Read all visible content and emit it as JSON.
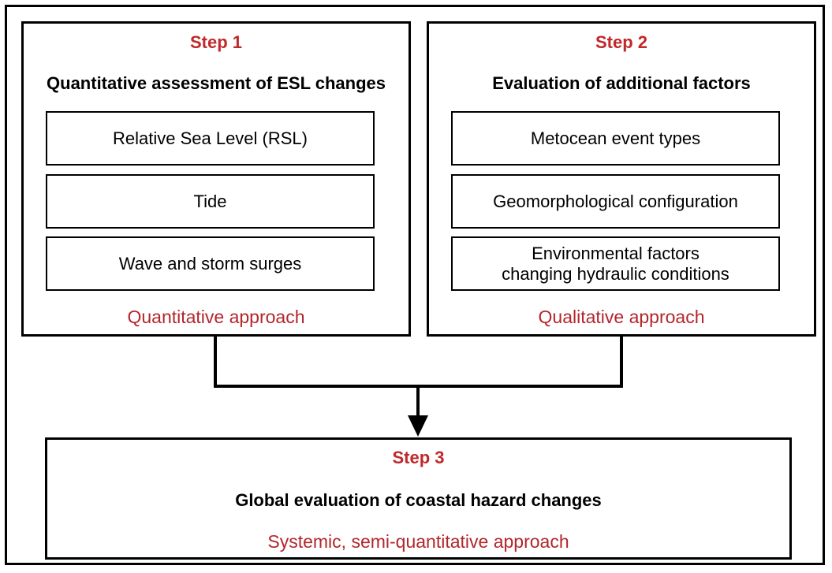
{
  "colors": {
    "step": "#c0282a",
    "approach": "#b3262b",
    "border": "#000000"
  },
  "step1": {
    "step_label": "Step 1",
    "heading": "Quantitative assessment of ESL changes",
    "items": [
      "Relative Sea Level (RSL)",
      "Tide",
      "Wave and storm surges"
    ],
    "approach": "Quantitative approach"
  },
  "step2": {
    "step_label": "Step 2",
    "heading": "Evaluation of additional factors",
    "items": [
      "Metocean event types",
      "Geomorphological configuration",
      "Environmental factors\nchanging hydraulic conditions"
    ],
    "approach": "Qualitative approach"
  },
  "step3": {
    "step_label": "Step 3",
    "heading": "Global evaluation of coastal hazard changes",
    "approach": "Systemic, semi-quantitative approach"
  }
}
